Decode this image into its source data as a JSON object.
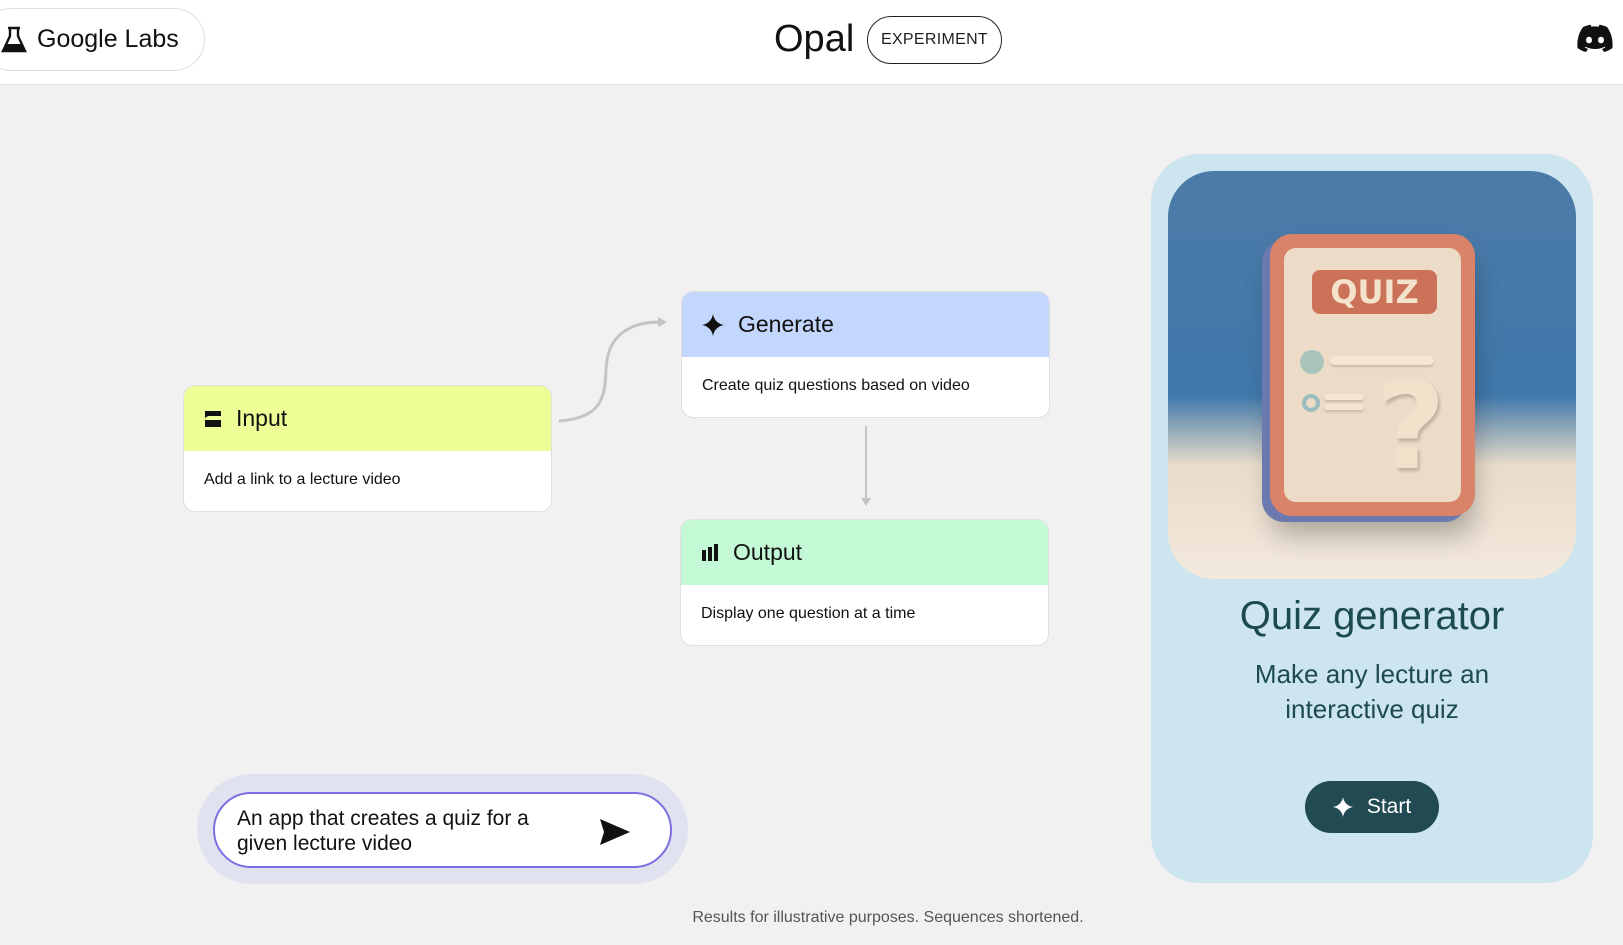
{
  "header": {
    "brand": "Google Labs",
    "app_name": "Opal",
    "badge": "EXPERIMENT"
  },
  "nodes": [
    {
      "title": "Input",
      "description": "Add a link to a lecture video",
      "color": "#eefd95",
      "icon": "input-icon"
    },
    {
      "title": "Generate",
      "description": "Create quiz questions based on video",
      "color": "#c3d6fb",
      "icon": "sparkle-icon"
    },
    {
      "title": "Output",
      "description": "Display one question at a time",
      "color": "#c4f9d6",
      "icon": "output-icon"
    }
  ],
  "prompt": {
    "text": "An app that creates a quiz for a given lecture video"
  },
  "app_card": {
    "image_label": "QUIZ",
    "title": "Quiz generator",
    "subtitle_line1": "Make any lecture an",
    "subtitle_line2": "interactive quiz",
    "start_label": "Start"
  },
  "footer": {
    "note": "Results for illustrative purposes. Sequences shortened."
  }
}
